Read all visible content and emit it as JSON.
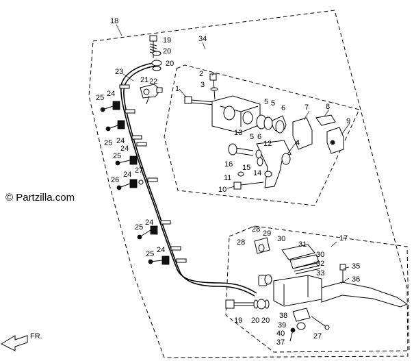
{
  "watermark": "© Partzilla.com",
  "direction_label": "FR.",
  "labels": {
    "l1": "1",
    "l2": "2",
    "l3": "3",
    "l4": "4",
    "l5a": "5",
    "l5b": "5",
    "l5c": "5",
    "l6a": "6",
    "l6b": "6",
    "l7": "7",
    "l8": "8",
    "l9": "9",
    "l10": "10",
    "l11": "11",
    "l12": "12",
    "l13": "13",
    "l14": "14",
    "l15": "15",
    "l16": "16",
    "l17": "17",
    "l18": "18",
    "l19a": "19",
    "l19b": "19",
    "l20a": "20",
    "l20b": "20",
    "l20c": "20",
    "l21": "21",
    "l22": "22",
    "l23": "23",
    "l24a": "24",
    "l24b": "24",
    "l24c": "24",
    "l24d": "24",
    "l24e": "24",
    "l24f": "24",
    "l25a": "25",
    "l25b": "25",
    "l25c": "25",
    "l25d": "25",
    "l25e": "25",
    "l26": "26",
    "l27a": "27",
    "l27b": "27",
    "l28a": "28",
    "l28b": "28",
    "l29": "29",
    "l30a": "30",
    "l30b": "30",
    "l31": "31",
    "l32": "32",
    "l33": "33",
    "l34": "34",
    "l35": "35",
    "l36": "36",
    "l37": "37",
    "l38": "38",
    "l39": "39",
    "l40": "40"
  }
}
